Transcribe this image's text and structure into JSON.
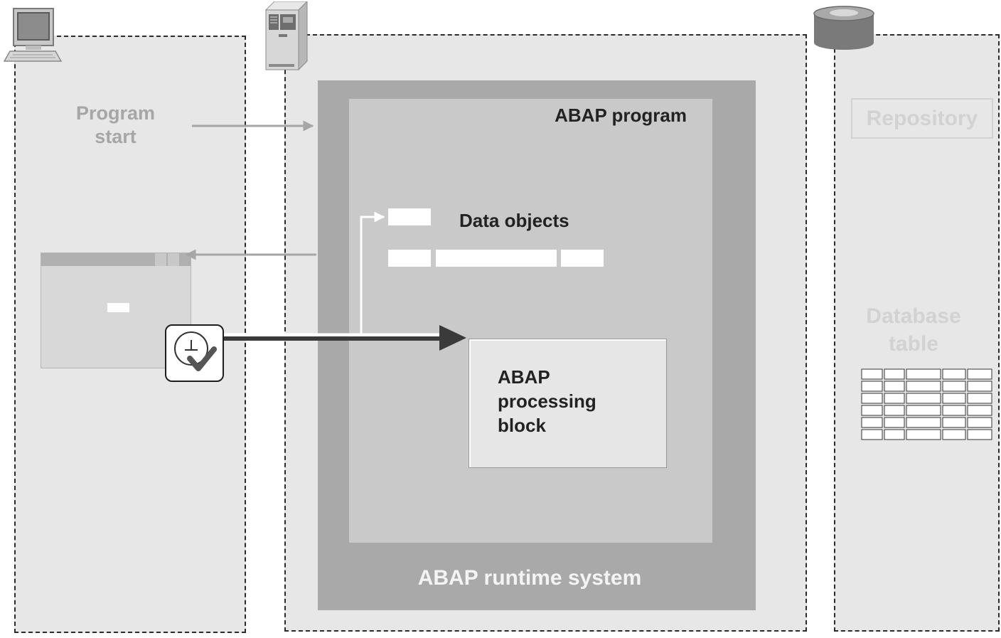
{
  "labels": {
    "program_start": "Program\nstart",
    "abap_program": "ABAP program",
    "data_objects": "Data objects",
    "processing_block": "ABAP\nprocessing\nblock",
    "runtime_system": "ABAP runtime system",
    "repository": "Repository",
    "database_table": "Database\ntable"
  },
  "icons": {
    "client": "desktop-computer-icon",
    "server": "application-server-icon",
    "database": "database-cylinder-icon",
    "event": "clock-checkmark-icon"
  },
  "colors": {
    "zone": "#e7e7e7",
    "runtime": "#a9a9a9",
    "program": "#c9c9c9",
    "block": "#e6e6e6",
    "arrow_dark": "#3a3a3a",
    "arrow_light": "#a6a6a6"
  }
}
